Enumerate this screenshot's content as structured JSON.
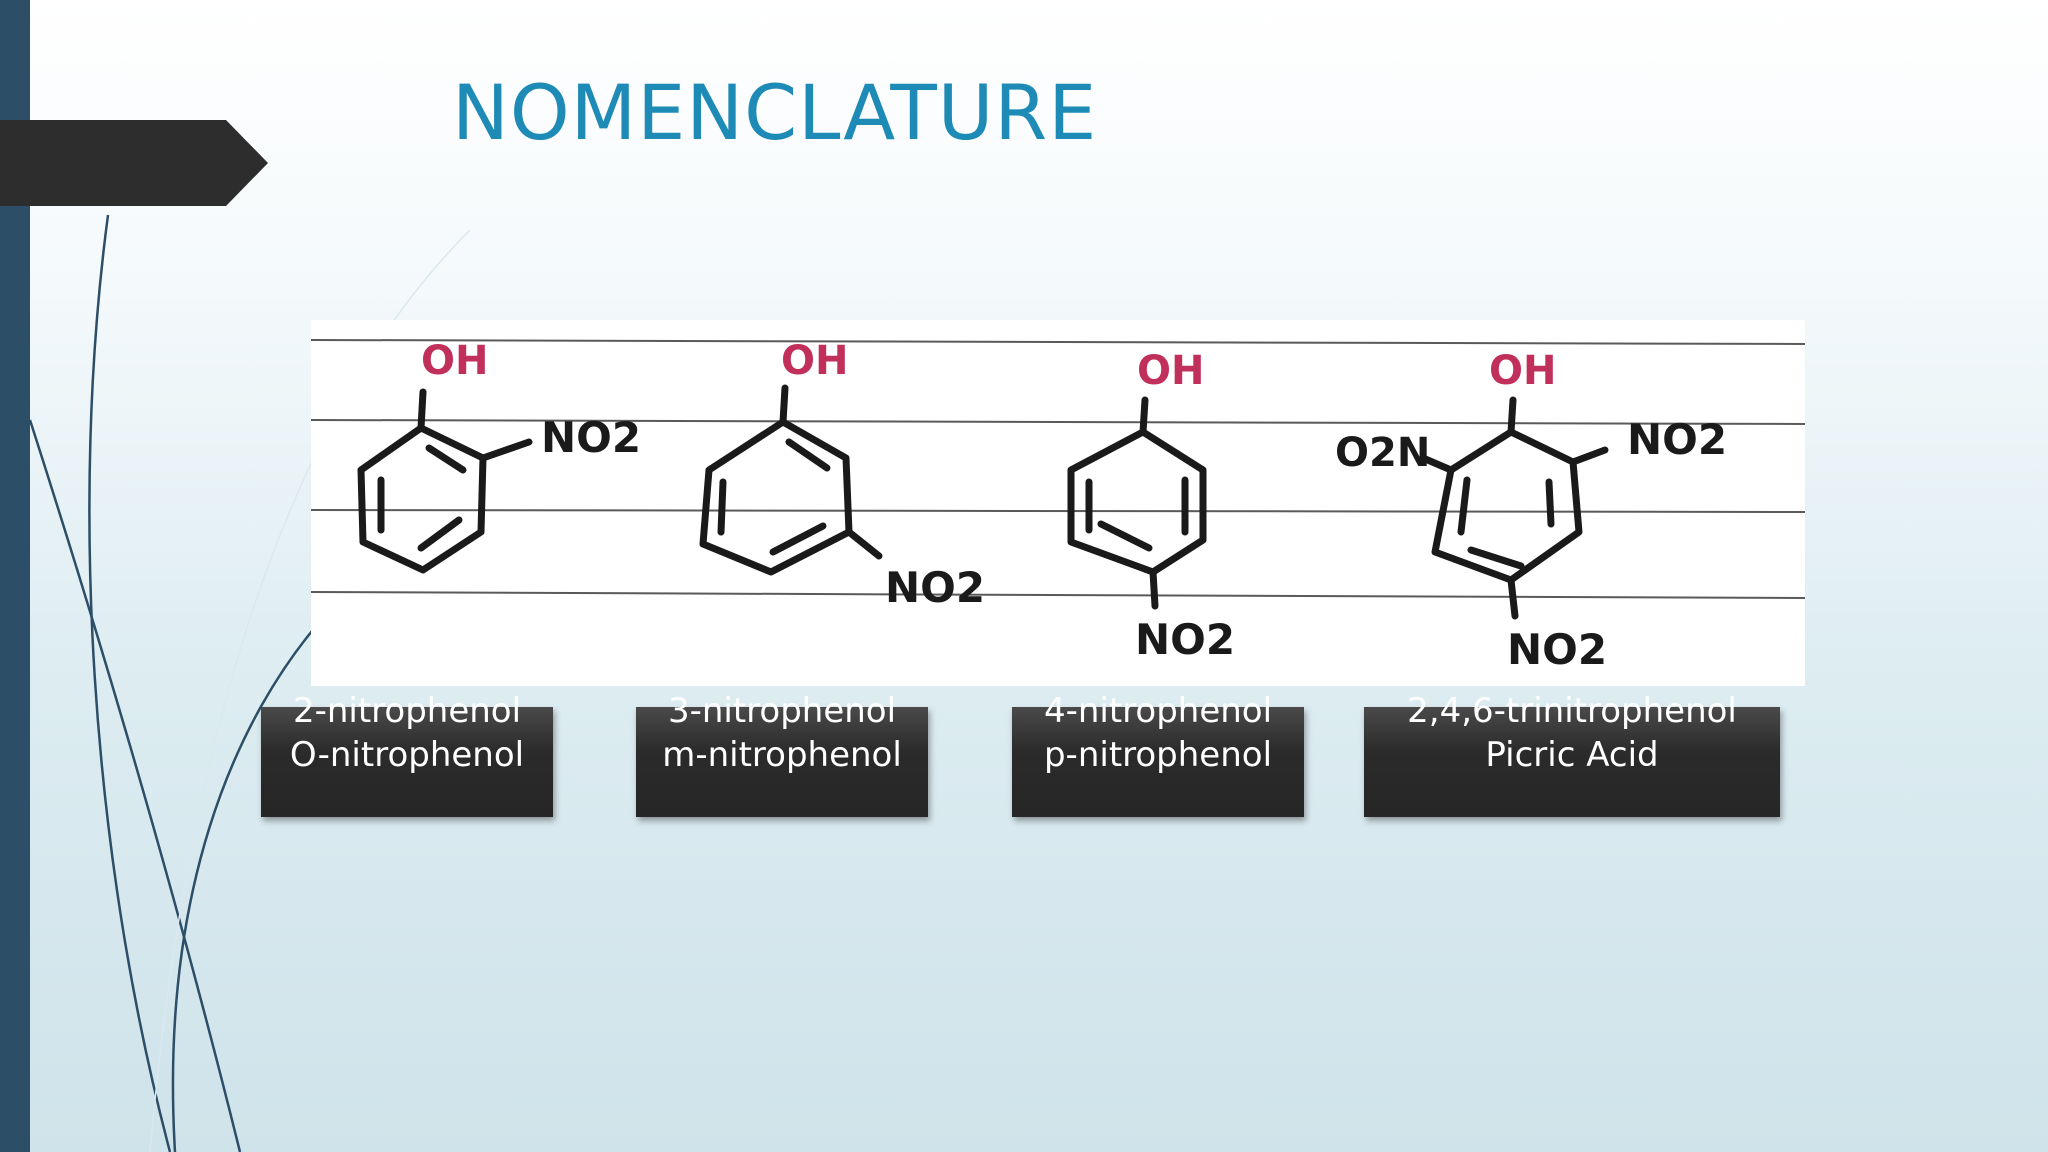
{
  "slide": {
    "title": "NOMENCLATURE"
  },
  "figure": {
    "molecules": [
      {
        "top_group": "OH",
        "substituents": [
          "NO2"
        ]
      },
      {
        "top_group": "OH",
        "substituents": [
          "NO2"
        ]
      },
      {
        "top_group": "OH",
        "substituents": [
          "NO2"
        ]
      },
      {
        "top_group": "OH",
        "substituents": [
          "O2N",
          "NO2",
          "NO2"
        ]
      }
    ]
  },
  "labels": [
    {
      "line1": "2-nitrophenol",
      "line2": "O-nitrophenol"
    },
    {
      "line1": "3-nitrophenol",
      "line2": "m-nitrophenol"
    },
    {
      "line1": "4-nitrophenol",
      "line2": "p-nitrophenol"
    },
    {
      "line1": "2,4,6-trinitrophenol",
      "line2": "Picric Acid"
    }
  ],
  "colors": {
    "title": "#1e8ab6",
    "left_bar": "#2c4e67",
    "arrow": "#2d2d2d",
    "label_box": "#2b2b2b",
    "oh_text": "#c0305a",
    "ink": "#1a1a1a"
  }
}
